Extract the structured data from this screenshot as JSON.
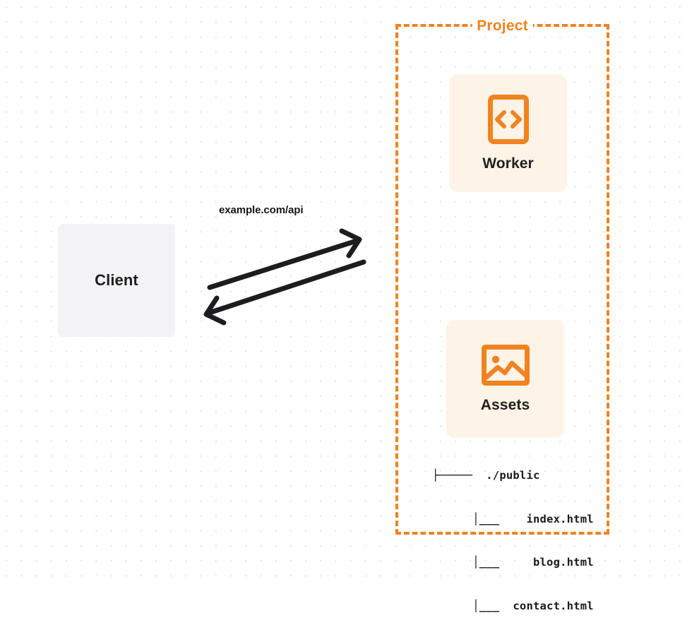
{
  "diagram": {
    "title": "Worker and Assets request flow",
    "colors": {
      "accent_orange": "#f08320",
      "card_background": "#fdf3e7",
      "client_background": "#f3f3f5",
      "arrow_stroke": "#1d1d1f",
      "grid_dot": "#e9e9ec",
      "text_dark": "#1d1d1d"
    }
  },
  "client": {
    "label": "Client",
    "icon": "client-box-icon"
  },
  "connection": {
    "label": "example.com/api",
    "request_arrow": "arrow-right-icon",
    "response_arrow": "arrow-left-icon"
  },
  "project": {
    "title": "Project",
    "nodes": [
      {
        "id": "worker",
        "label": "Worker",
        "icon": "code-brackets-icon"
      },
      {
        "id": "assets",
        "label": "Assets",
        "icon": "image-picture-icon"
      }
    ],
    "file_tree": [
      "├─────  ./public",
      "      │___    index.html",
      "      │___     blog.html",
      "      │___  contact.html"
    ]
  }
}
